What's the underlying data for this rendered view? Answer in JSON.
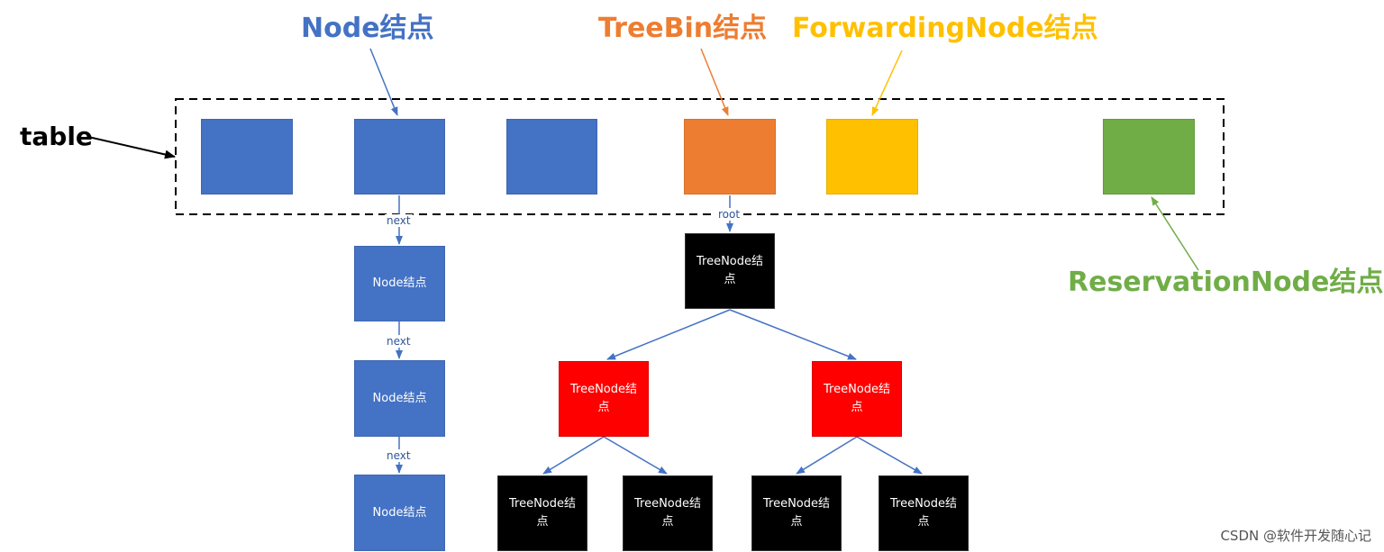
{
  "titles": {
    "node": "Node结点",
    "treebin": "TreeBin结点",
    "forwarding": "ForwardingNode结点",
    "reservation": "ReservationNode结点",
    "table": "table"
  },
  "colors": {
    "node_title": "#4472c4",
    "treebin_title": "#ed7d31",
    "forwarding_title": "#ffc000",
    "reservation_title": "#70ad47",
    "table_title": "#000000",
    "node_box": "#4472c4",
    "treebin_box": "#ed7d31",
    "forwarding_box": "#ffc000",
    "reservation_box": "#70ad47",
    "black_treenode": "#000000",
    "red_treenode": "#ff0000"
  },
  "chain": {
    "node_label": "Node结点",
    "edge_label": "next"
  },
  "tree": {
    "node_label_line1": "TreeNode结",
    "node_label_line2": "点",
    "root_edge_label": "root"
  },
  "watermark": "CSDN @软件开发随心记"
}
